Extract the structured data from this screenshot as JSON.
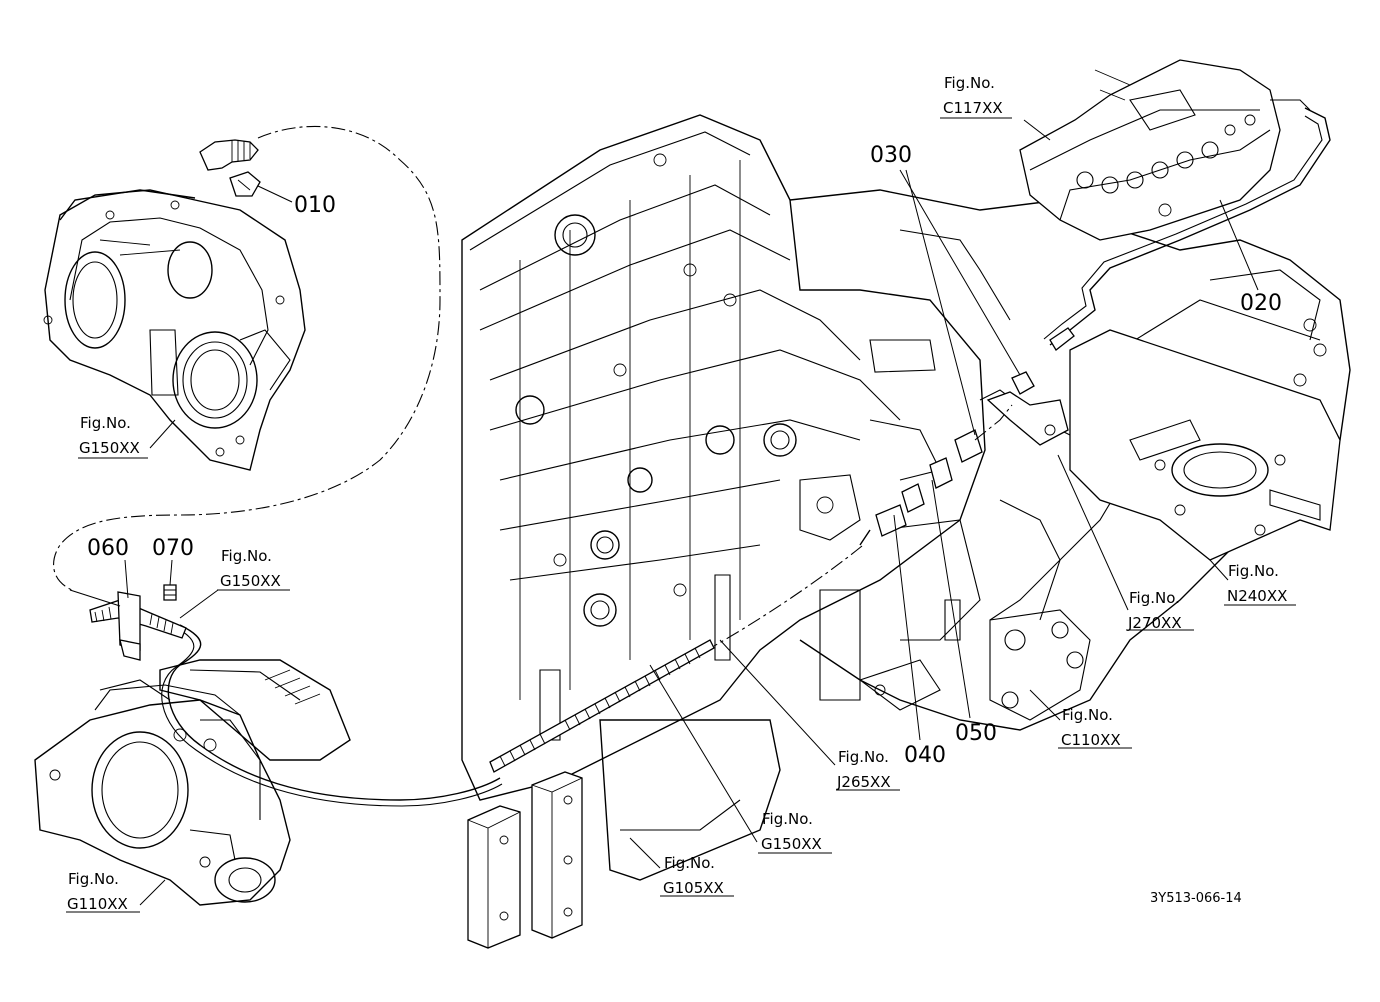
{
  "part_numbers": [
    "010",
    "020",
    "030",
    "040",
    "050",
    "060",
    "070"
  ],
  "fig_refs": {
    "c117": {
      "line1": "Fig.No.",
      "line2": "C117XX"
    },
    "g150_top": {
      "line1": "Fig.No.",
      "line2": "G150XX"
    },
    "g150_left": {
      "line1": "Fig.No.",
      "line2": "G150XX"
    },
    "g150_mid": {
      "line1": "Fig.No.",
      "line2": "G150XX"
    },
    "n240": {
      "line1": "Fig.No.",
      "line2": "N240XX"
    },
    "j270": {
      "line1": "Fig.No.",
      "line2": "J270XX"
    },
    "c110": {
      "line1": "Fig.No.",
      "line2": "C110XX"
    },
    "j265": {
      "line1": "Fig.No.",
      "line2": "J265XX"
    },
    "g105": {
      "line1": "Fig.No.",
      "line2": "G105XX"
    },
    "g110": {
      "line1": "Fig.No.",
      "line2": "G110XX"
    }
  },
  "drawing_id": "3Y513-066-14"
}
